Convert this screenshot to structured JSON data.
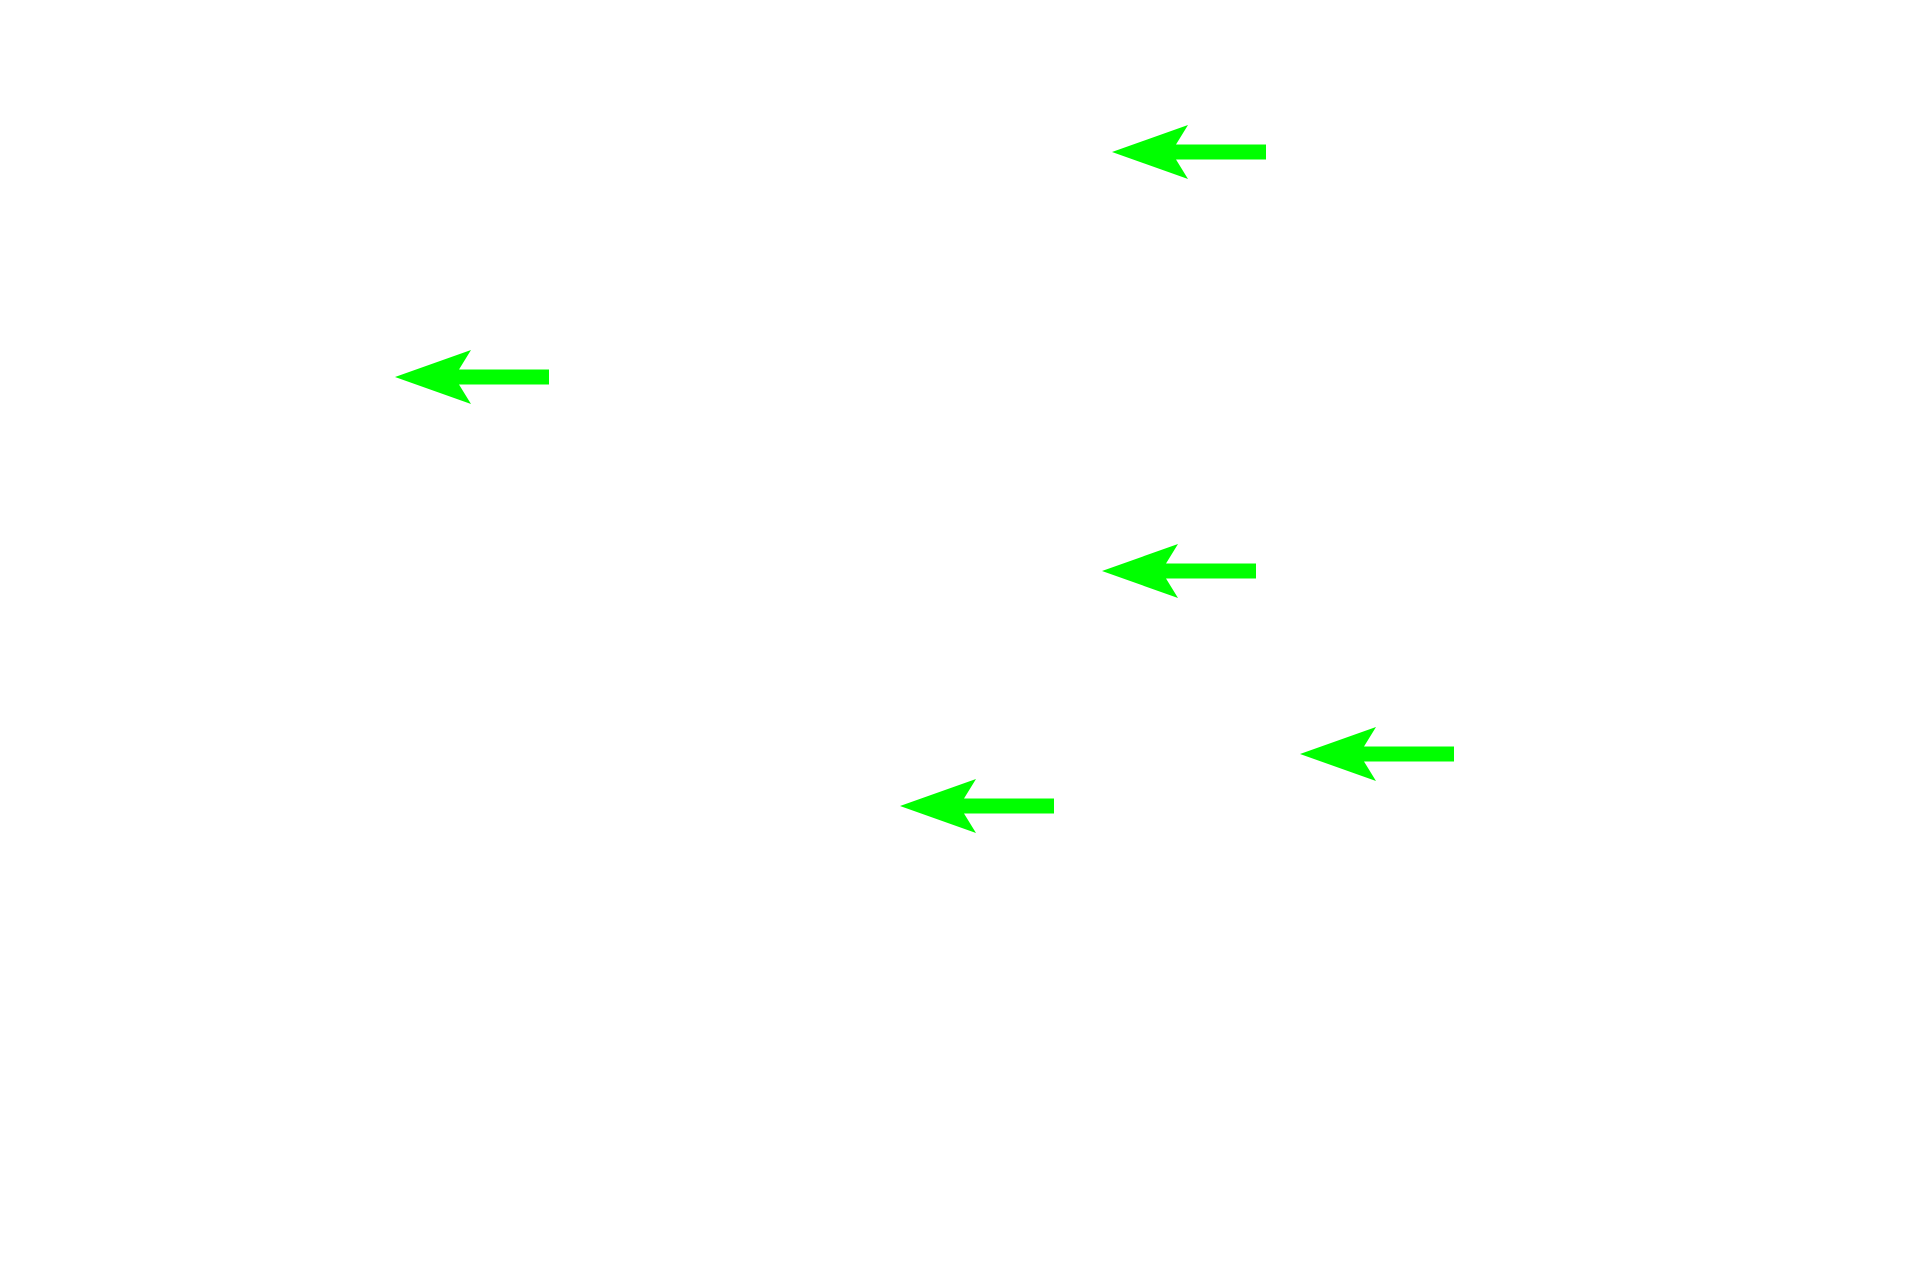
{
  "colors": {
    "background": "#ffffff",
    "arrow": "#00ff00"
  },
  "arrows": [
    {
      "direction": "left"
    },
    {
      "direction": "left"
    },
    {
      "direction": "left"
    },
    {
      "direction": "left"
    },
    {
      "direction": "left"
    }
  ]
}
